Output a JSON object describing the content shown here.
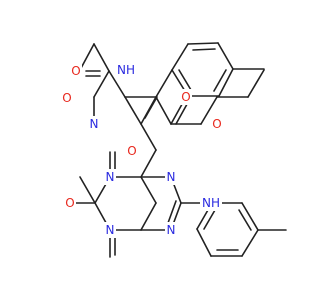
{
  "colors": {
    "bond": "#222222",
    "oxygen": "#e8281e",
    "nitrogen": "#2a2ae0",
    "carbon": "#222222"
  },
  "atoms": {
    "o_keto": "O",
    "nh_top": "NH",
    "o_urea": "O",
    "n_ring1": "N",
    "o_ester_carbonyl": "O",
    "o_ester_ether": "O",
    "o_xanthine_top": "O",
    "n_xanthine_1": "N",
    "n_imidazole_7": "N",
    "n_xanthine_3": "N",
    "o_xanthine_left": "O",
    "n_imidazole_9": "N",
    "nh_amino": "NH"
  }
}
